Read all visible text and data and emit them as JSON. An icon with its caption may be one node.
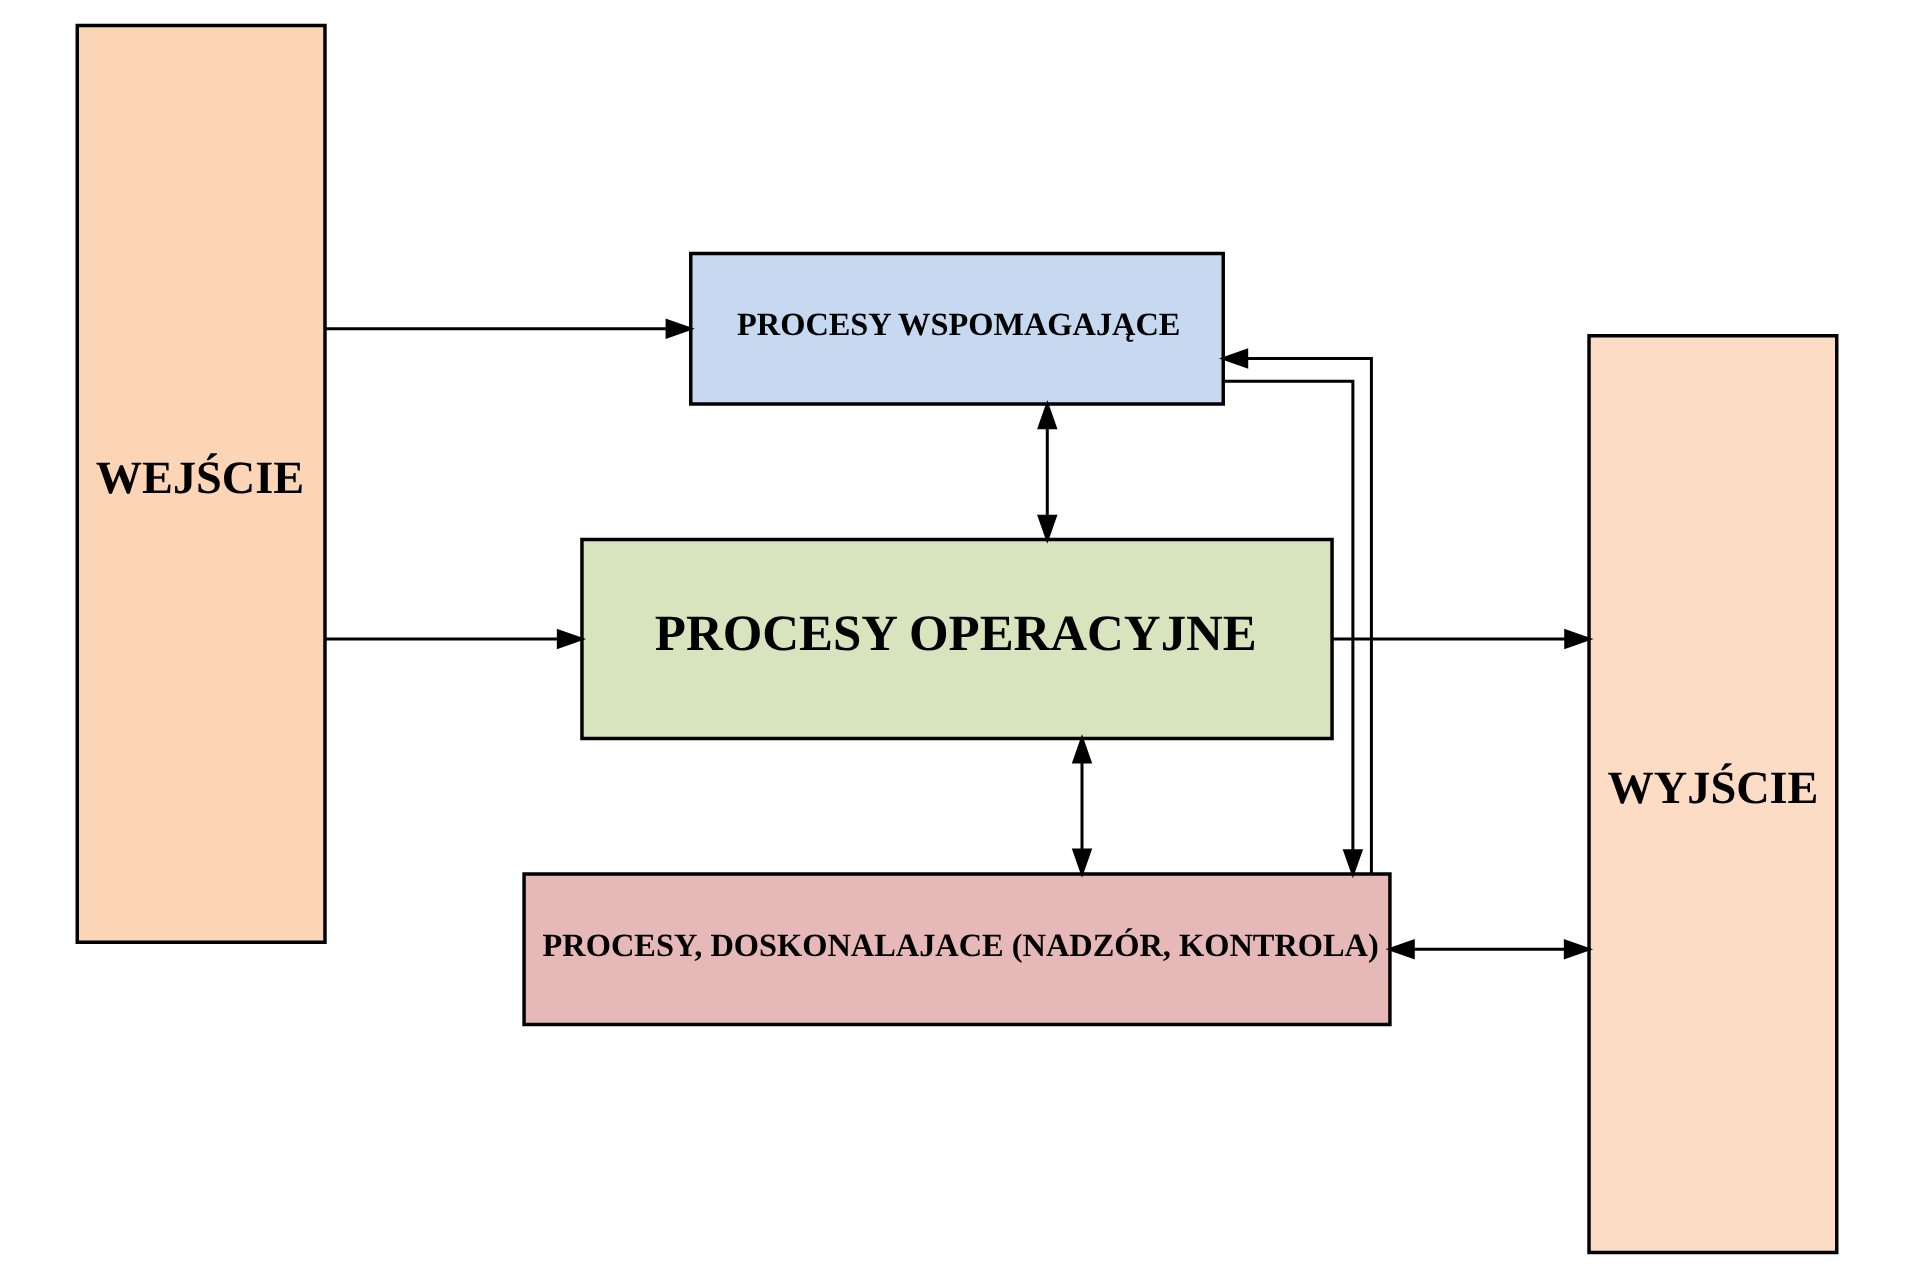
{
  "diagram": {
    "nodes": [
      {
        "text": [
          "WEJŚCIE"
        ]
      },
      {
        "text": [
          "PROCESY WSPOMAGAJĄCE"
        ]
      },
      {
        "text": [
          "PROCESY OPERACYJNE"
        ]
      },
      {
        "text": [
          "WYJŚCIE"
        ]
      },
      {
        "text": [
          "PROCESY, DOSKONALAJACE (NADZÓR, KONTROLA)"
        ]
      }
    ],
    "edges": [
      {
        "from": 4,
        "to": 1,
        "arrow": "to"
      },
      {
        "from": 0,
        "to": 1,
        "arrow": "to"
      },
      {
        "from": 0,
        "to": 2,
        "arrow": "to"
      },
      {
        "from": 1,
        "to": 2,
        "arrow": "both"
      },
      {
        "from": 2,
        "to": 4,
        "arrow": "both"
      },
      {
        "from": 2,
        "to": 3,
        "arrow": "to"
      },
      {
        "from": 4,
        "to": 3,
        "arrow": "both"
      },
      {
        "from": 1,
        "to": 4,
        "arrow": "to"
      }
    ]
  }
}
